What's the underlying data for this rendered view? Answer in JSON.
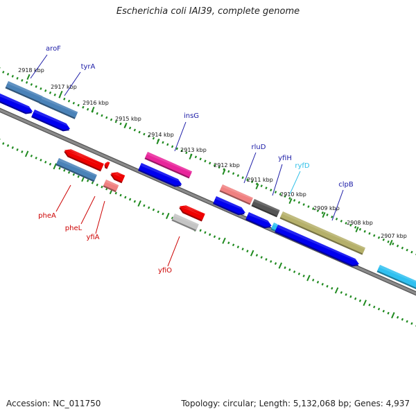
{
  "title": "Escherichia coli IAI39, complete genome",
  "accession": "Accession: NC_011750",
  "topology": "Topology: circular; Length: 5,132,068 bp; Genes: 4,937",
  "scale_labels": [
    "2918 kbp",
    "2917 kbp",
    "2916 kbp",
    "2915 kbp",
    "2914 kbp",
    "2913 kbp",
    "2912 kbp",
    "2911 kbp",
    "2910 kbp",
    "2909 kbp",
    "2908 kbp",
    "2907 kbp"
  ],
  "genes": [
    {
      "name": "aroF",
      "label_color": "#1a1aa6"
    },
    {
      "name": "tyrA",
      "label_color": "#1a1aa6"
    },
    {
      "name": "insG",
      "label_color": "#1a1aa6"
    },
    {
      "name": "rluD",
      "label_color": "#1a1aa6"
    },
    {
      "name": "yfiH",
      "label_color": "#1a1aa6"
    },
    {
      "name": "ryfD",
      "label_color": "#30c0e8"
    },
    {
      "name": "clpB",
      "label_color": "#1a1aa6"
    },
    {
      "name": "pheA",
      "label_color": "#cc0000"
    },
    {
      "name": "pheL",
      "label_color": "#cc0000"
    },
    {
      "name": "yfiA",
      "label_color": "#cc0000"
    },
    {
      "name": "yfiO",
      "label_color": "#cc0000"
    }
  ],
  "colors": {
    "backbone": "#7a7a7a",
    "scale_ticks": "#1f8a1f",
    "cds_forward": "#0000ee",
    "cds_reverse": "#ee0000",
    "steel": "#4a82b8",
    "magenta": "#e8259b",
    "salmon": "#f08080",
    "dark_gray": "#555555",
    "olive": "#b5b06a",
    "light_gray": "#c4c4c4",
    "cyan": "#30c0f0"
  }
}
